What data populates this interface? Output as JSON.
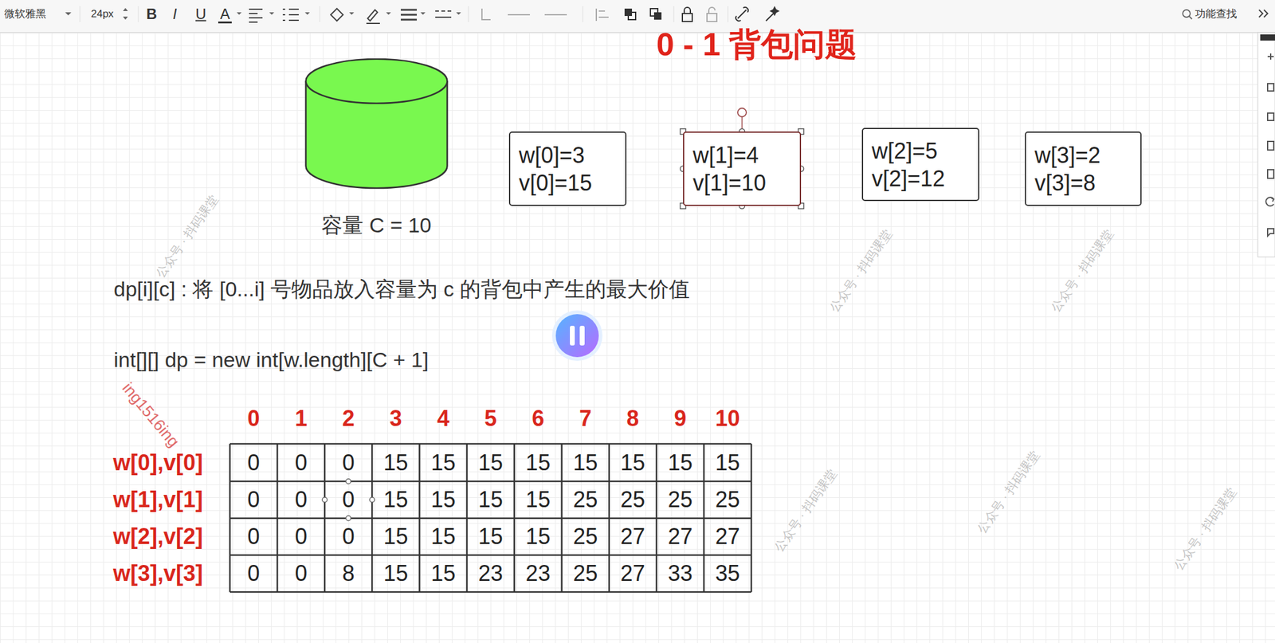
{
  "diagram": {
    "title": "0 - 1 背包问题",
    "nodes": [
      {
        "text": [
          "容量 C = 10"
        ]
      },
      {
        "text": [
          "w[0]=3",
          "v[0]=15"
        ]
      },
      {
        "text": [
          "w[1]=4",
          "v[1]=10"
        ]
      },
      {
        "text": [
          "w[2]=5",
          "v[2]=12"
        ]
      },
      {
        "text": [
          "w[3]=2",
          "v[3]=8"
        ]
      }
    ],
    "labels": [
      "微软雅黑",
      "24px",
      "B",
      "I",
      "U",
      "A",
      "功能查找",
      "dp[i][c] : 将 [0...i] 号物品放入容量为 c 的背包中产生的最大价值",
      "int[][] dp = new int[w.length][C + 1]",
      "ing1516ing",
      "0",
      "1",
      "2",
      "3",
      "4",
      "5",
      "6",
      "7",
      "8",
      "9",
      "10",
      "w[0],v[0]",
      "w[1],v[1]",
      "w[2],v[2]",
      "w[3],v[3]",
      "0",
      "0",
      "0",
      "15",
      "15",
      "15",
      "15",
      "15",
      "15",
      "15",
      "15",
      "0",
      "0",
      "0",
      "15",
      "15",
      "15",
      "15",
      "25",
      "25",
      "25",
      "25",
      "0",
      "0",
      "0",
      "15",
      "15",
      "15",
      "15",
      "25",
      "27",
      "27",
      "27",
      "0",
      "0",
      "8",
      "15",
      "15",
      "23",
      "23",
      "25",
      "27",
      "33",
      "35",
      "公众号 · 抖码课堂",
      "公众号 · 抖码课堂",
      "公众号 · 抖码课堂",
      "公众号 · 抖码课堂",
      "公众号 · 抖码课堂",
      "公众号 · 抖码课堂"
    ]
  }
}
